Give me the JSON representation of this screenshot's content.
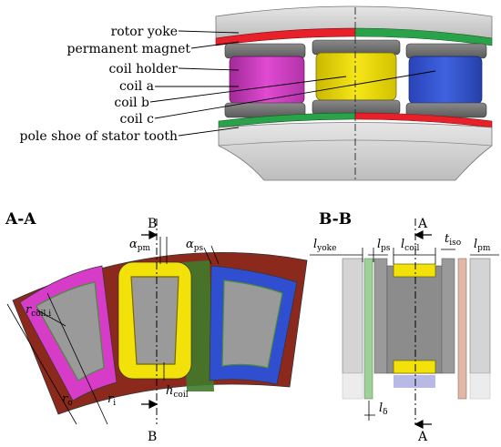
{
  "figure": {
    "top_view": {
      "labels": [
        "rotor yoke",
        "permanent magnet",
        "coil holder",
        "coil a",
        "coil b",
        "coil c",
        "pole shoe of stator tooth"
      ]
    },
    "section_aa": {
      "title": "A-A",
      "cut_label": "B",
      "symbols": {
        "alpha_pm": "α",
        "alpha_pm_sub": "pm",
        "alpha_ps": "α",
        "alpha_ps_sub": "ps",
        "r_coil_i": "r",
        "r_coil_i_sub": "coil,i",
        "r_o": "r",
        "r_o_sub": "o",
        "r_i": "r",
        "r_i_sub": "i",
        "h_coil": "h",
        "h_coil_sub": "coil"
      }
    },
    "section_bb": {
      "title": "B-B",
      "cut_label": "A",
      "symbols": {
        "l_yoke": "l",
        "l_yoke_sub": "yoke",
        "l_ps": "l",
        "l_ps_sub": "ps",
        "l_coil": "l",
        "l_coil_sub": "coil",
        "t_iso": "t",
        "t_iso_sub": "iso",
        "l_pm": "l",
        "l_pm_sub": "pm",
        "l_delta": "l",
        "l_delta_sub": "δ"
      }
    },
    "colors": {
      "coil_a": "#d63cc8",
      "coil_b": "#f2e20a",
      "coil_c": "#2f4fd0",
      "magnet_north": "#e8202a",
      "magnet_south": "#2aa24a",
      "iron": "#9a9a9a",
      "yoke": "#d4d4d4",
      "holder": "#6e6e6e"
    }
  }
}
